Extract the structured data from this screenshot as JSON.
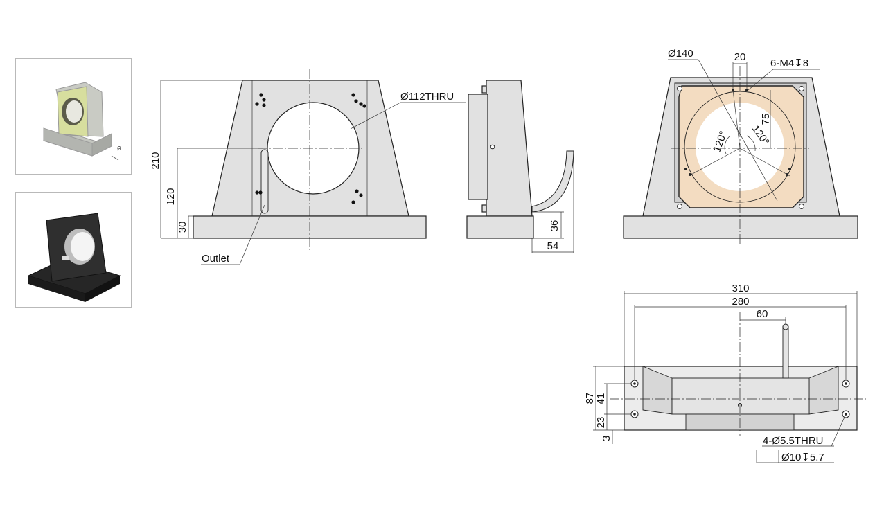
{
  "thumbnails": [
    {
      "name": "yellow-face-bracket",
      "body_color": "#c9cbc4",
      "face_color": "#d7de9e"
    },
    {
      "name": "black-bracket",
      "body_color": "#2b2b2b",
      "face_color": "#1c1c1c"
    }
  ],
  "colors": {
    "body": "#e1e1e1",
    "face_plate": "#f3dcc1",
    "bore": "#ffffff",
    "line": "#222222"
  },
  "front_view": {
    "height_total": "210",
    "height_center": "120",
    "height_base": "30",
    "bore_label": "Ø112THRU",
    "outlet_label": "Outlet"
  },
  "side_view": {
    "cable_height": "36",
    "cable_depth": "54"
  },
  "rear_view": {
    "bolt_circle": "Ø140",
    "spacing": "20",
    "thread_label": "6-M4↧8",
    "offset": "75",
    "angle_a": "120°",
    "angle_b": "120°"
  },
  "bottom_view": {
    "width_total": "310",
    "width_holes": "280",
    "width_center": "60",
    "depth_total": "87",
    "depth_holes": "41",
    "edge_offset": "23",
    "lip": "3",
    "hole_label": "4-Ø5.5THRU",
    "counterbore_label": "Ø10↧5.7"
  }
}
